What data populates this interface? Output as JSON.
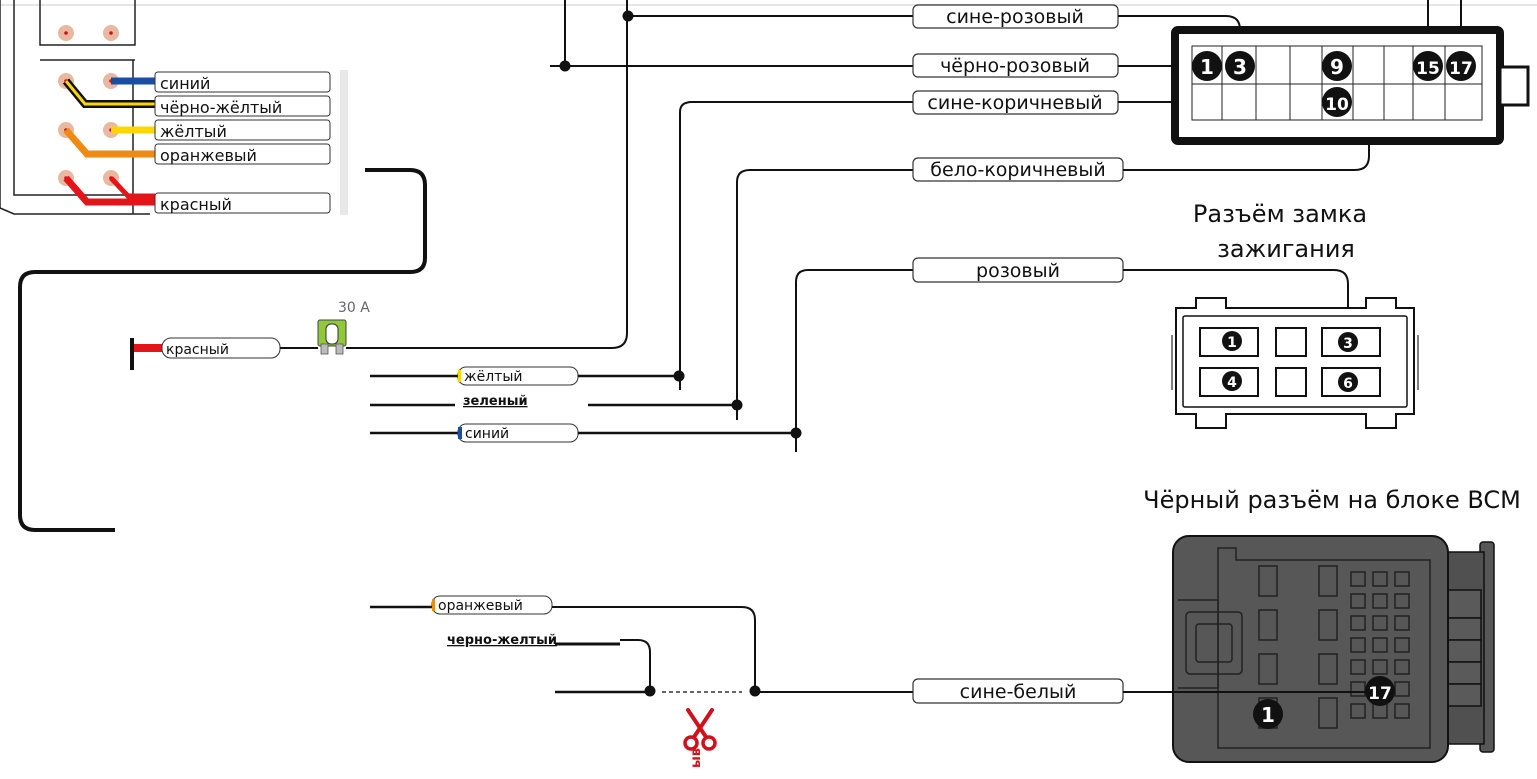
{
  "headunit_wires": {
    "blue": "синий",
    "black_yellow": "чёрно-жёлтый",
    "yellow": "жёлтый",
    "orange": "оранжевый",
    "red": "красный"
  },
  "main_wires": {
    "blue_pink": "сине-розовый",
    "black_pink": "чёрно-розовый",
    "blue_brown": "сине-коричневый",
    "white_brown": "бело-коричневый",
    "pink": "розовый",
    "blue_white": "сине-белый"
  },
  "module_wires": {
    "red": "красный",
    "yellow": "жёлтый",
    "green": "зеленый",
    "blue": "синий",
    "orange": "оранжевый",
    "black_yellow": "черно-желтый"
  },
  "fuse": {
    "rating": "30 A"
  },
  "headings": {
    "ignition_line1": "Разъём замка",
    "ignition_line2": "зажигания",
    "bcm": "Чёрный разъём на блоке BCM"
  },
  "top_connector_pins": {
    "p1": "1",
    "p3": "3",
    "p9": "9",
    "p10": "10",
    "p15": "15",
    "p17": "17"
  },
  "ignition_pins": {
    "p1": "1",
    "p3": "3",
    "p4": "4",
    "p6": "6"
  },
  "bcm_pins": {
    "p1": "1",
    "p17": "17"
  },
  "cut_mark": {
    "icon": "scissors-icon",
    "text": "ыв",
    "color": "#d0101a"
  },
  "colors": {
    "red": "#e3151a",
    "yellow": "#ffd700",
    "blue": "#1a4ea3",
    "orange": "#f08a12",
    "bcm_body": "#575757"
  }
}
